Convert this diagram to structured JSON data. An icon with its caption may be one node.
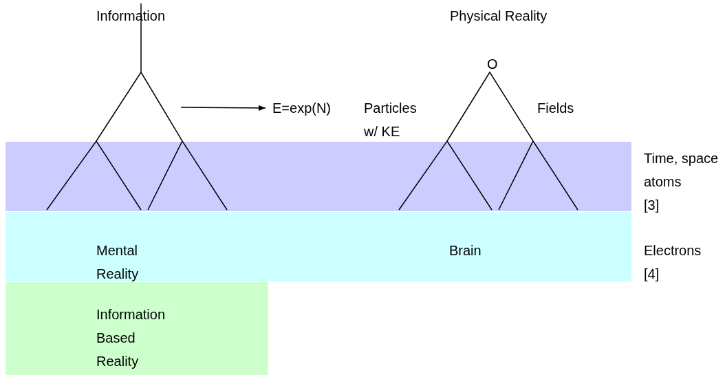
{
  "diagram": {
    "nodes": [
      {
        "text": [],
        "shape": "bar",
        "beside": [
          "Time, space atoms",
          "[3]"
        ]
      },
      {
        "text": [
          "Mental Reality",
          "Brain"
        ],
        "beside": [
          "Electrons",
          "[4]"
        ]
      },
      {
        "text": [
          "Information Based Reality"
        ]
      },
      {
        "text": [
          "E=exp(N)"
        ]
      }
    ],
    "edges": [
      {
        "from": null,
        "to": 3,
        "arrow": "to"
      }
    ],
    "labels": [
      "Information",
      "Physical Reality",
      "O",
      "Particles w/ KE",
      "Fields"
    ]
  }
}
